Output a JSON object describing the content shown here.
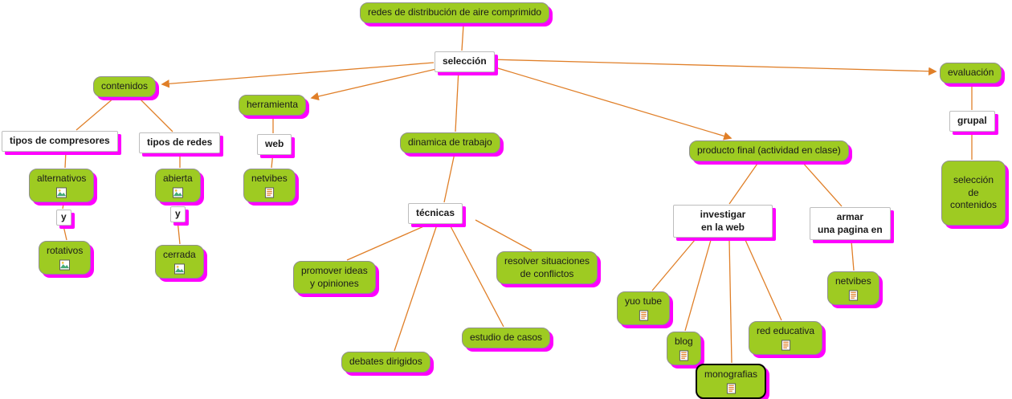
{
  "colors": {
    "node_fill": "#9ECB22",
    "node_shadow": "#FF00FF",
    "label_fill": "#FFFFFF",
    "line_color": "#E07F28",
    "text_color": "#1A1A1A"
  },
  "icons": {
    "image_resource": "picture-attachment",
    "document_resource": "text-document-attachment"
  },
  "nodes": {
    "root": {
      "label": "redes de distribución de aire comprimido"
    },
    "seleccion": {
      "label": "selección"
    },
    "contenidos": {
      "label": "contenidos"
    },
    "herramienta": {
      "label": "herramienta"
    },
    "tipos_compresores": {
      "label": "tipos de compresores"
    },
    "tipos_redes": {
      "label": "tipos de redes"
    },
    "web": {
      "label": "web"
    },
    "dinamica_trabajo": {
      "label": "dinamica de trabajo"
    },
    "producto_final": {
      "label": "producto final (actividad en clase)"
    },
    "evaluacion": {
      "label": "evaluación"
    },
    "grupal": {
      "label": "grupal"
    },
    "alternativos": {
      "label": "alternativos"
    },
    "abierta": {
      "label": "abierta"
    },
    "netvibes_herramienta": {
      "label": "netvibes"
    },
    "y_compresores": {
      "label": "y"
    },
    "y_redes": {
      "label": "y"
    },
    "tecnicas": {
      "label": "técnicas"
    },
    "investigar_web": {
      "label": "investigar\nen la web"
    },
    "armar_pagina": {
      "label": "armar\nuna pagina en"
    },
    "seleccion_contenidos": {
      "label": "selección\nde\ncontenidos"
    },
    "rotativos": {
      "label": "rotativos"
    },
    "cerrada": {
      "label": "cerrada"
    },
    "promover_ideas": {
      "label": "promover ideas\ny opiniones"
    },
    "resolver_conflictos": {
      "label": "resolver situaciones\nde conflictos"
    },
    "yuo_tube": {
      "label": "yuo tube"
    },
    "netvibes_pagina": {
      "label": "netvibes"
    },
    "blog": {
      "label": "blog"
    },
    "red_educativa": {
      "label": "red educativa"
    },
    "estudio_casos": {
      "label": "estudio de casos"
    },
    "debates_dirigidos": {
      "label": "debates dirigidos"
    },
    "monografias": {
      "label": "monografias"
    }
  }
}
